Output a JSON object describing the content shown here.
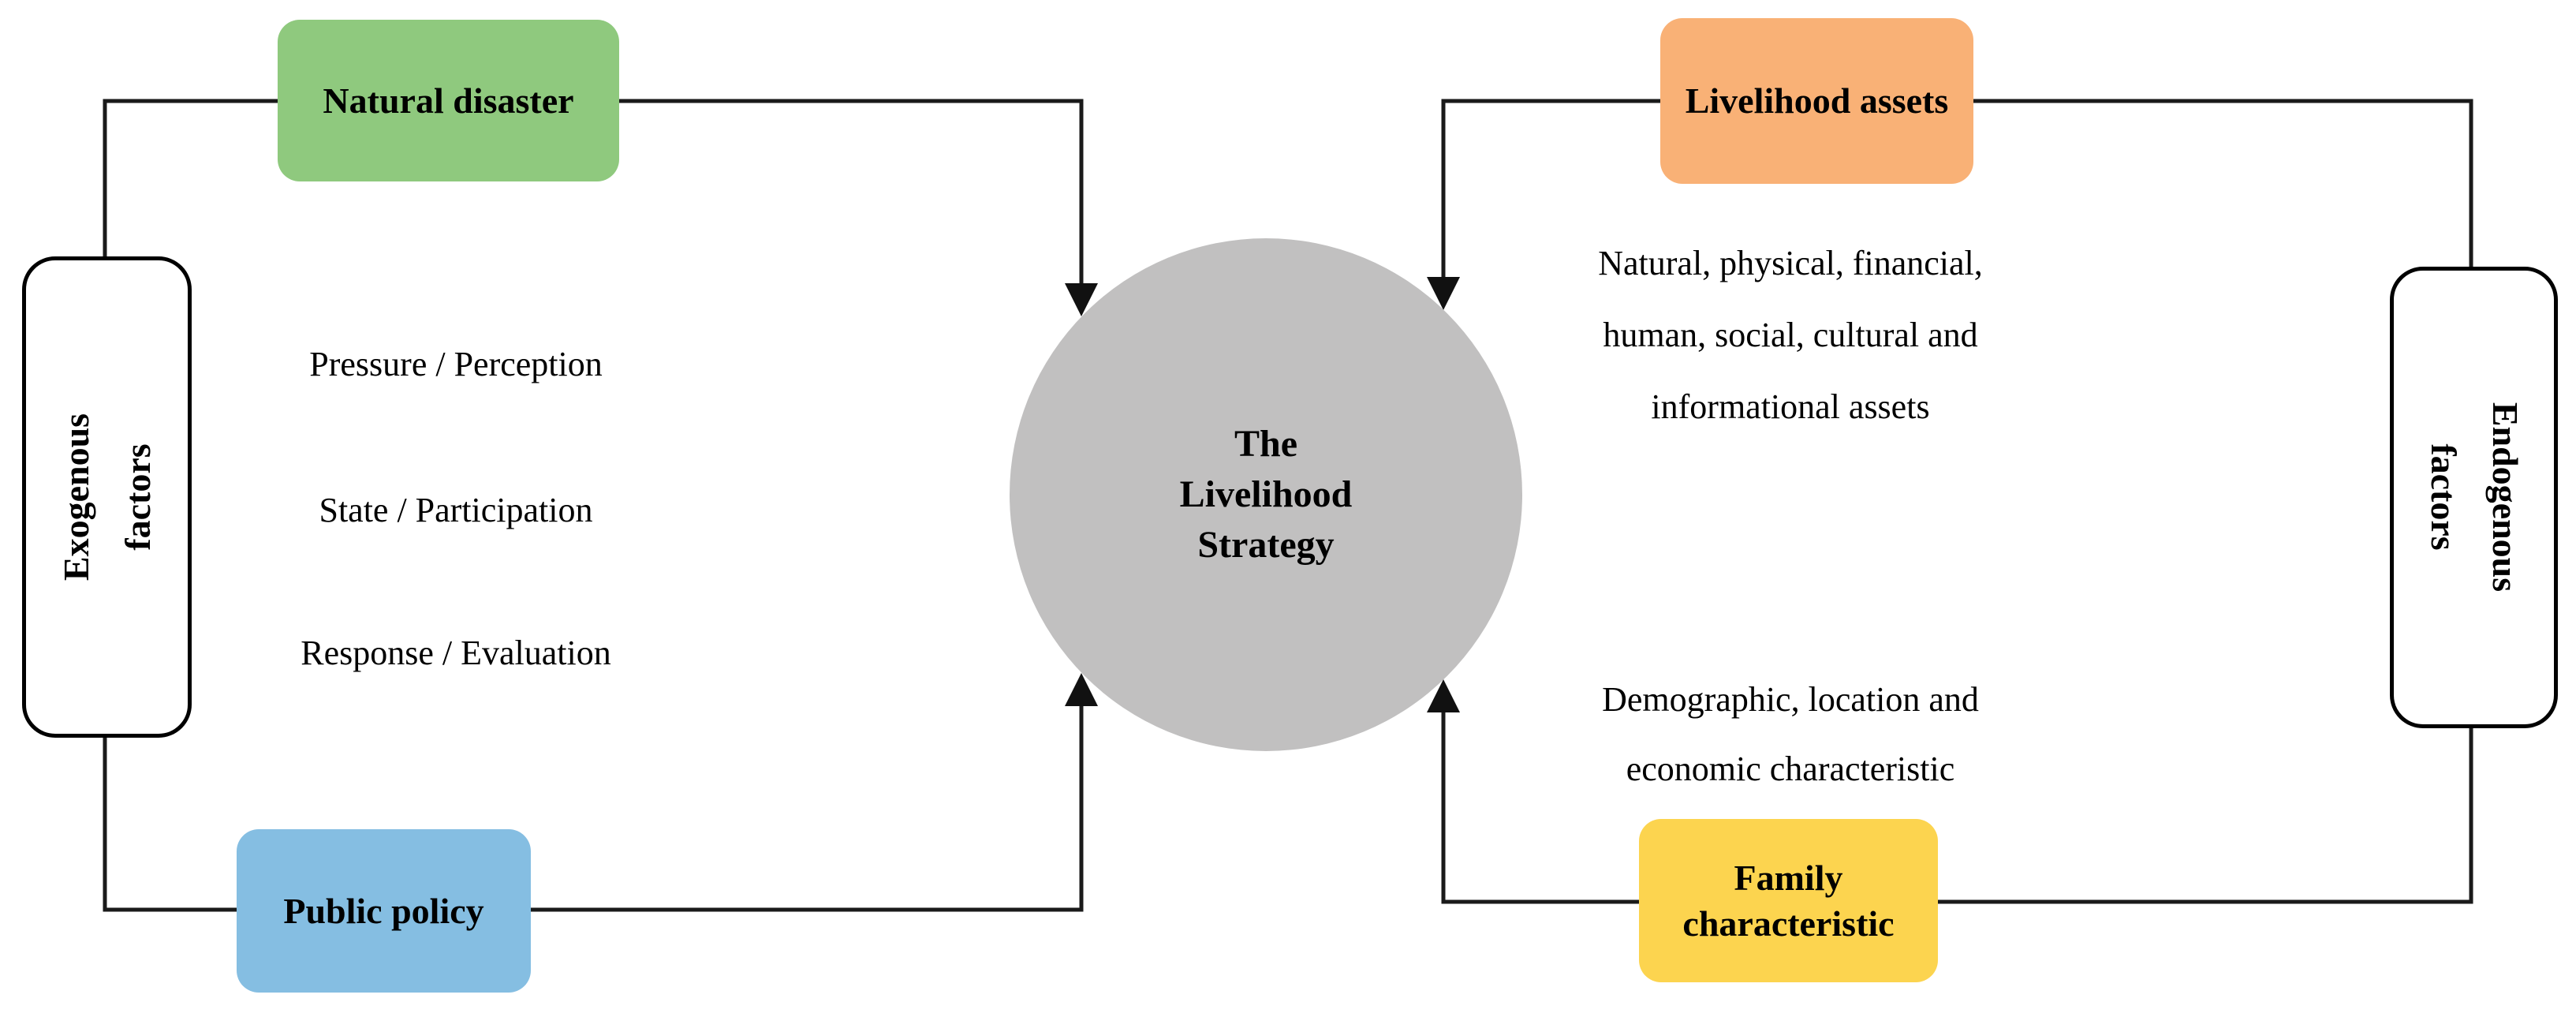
{
  "diagram": {
    "exogenous_panel": {
      "side_label_line1": "Exogenous",
      "side_label_line2": "factors",
      "natural_disaster_label": "Natural disaster",
      "natural_disaster_color": "#8FC97E",
      "public_policy_label": "Public policy",
      "public_policy_color": "#85BEE2",
      "process_items": [
        "Pressure / Perception",
        "State / Participation",
        "Response / Evaluation"
      ]
    },
    "center_circle": {
      "line1": "The",
      "line2": "Livelihood",
      "line3": "Strategy",
      "color": "#C1C0C0"
    },
    "endogenous_panel": {
      "side_label_line1": "Endogenous",
      "side_label_line2": "factors",
      "livelihood_assets_label": "Livelihood assets",
      "livelihood_assets_color": "#F9B176",
      "assets_note_line1": "Natural, physical, financial,",
      "assets_note_line2": "human, social, cultural and",
      "assets_note_line3": "informational assets",
      "family_characteristic_label_line1": "Family",
      "family_characteristic_label_line2": "characteristic",
      "family_characteristic_color": "#FCD44F",
      "family_note_line1": "Demographic, location and",
      "family_note_line2": "economic characteristic"
    },
    "connector_color": "#1a1a1a"
  }
}
